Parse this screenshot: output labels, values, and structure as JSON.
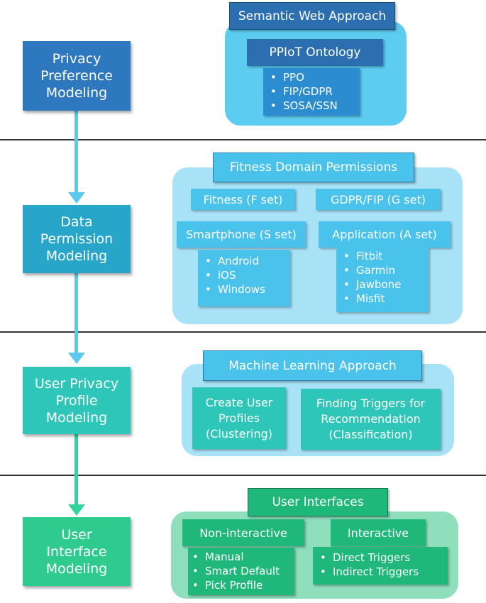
{
  "stages": [
    {
      "label": "Privacy\nPreference\nModeling"
    },
    {
      "label": "Data\nPermission\nModeling"
    },
    {
      "label": "User Privacy\nProfile\nModeling"
    },
    {
      "label": "User\nInterface\nModeling"
    }
  ],
  "semantic": {
    "header": "Semantic Web Approach",
    "ontology": "PPIoT Ontology",
    "items": [
      "PPO",
      "FIP/GDPR",
      "SOSA/SSN"
    ]
  },
  "fitness": {
    "header": "Fitness Domain Permissions",
    "f_set": "Fitness (F set)",
    "g_set": "GDPR/FIP (G set)",
    "s_set": "Smartphone (S set)",
    "a_set": "Application (A set)",
    "s_items": [
      "Android",
      "iOS",
      "Windows"
    ],
    "a_items": [
      "Fitbit",
      "Garmin",
      "Jawbone",
      "Misfit"
    ]
  },
  "ml": {
    "header": "Machine Learning Approach",
    "left": "Create User\nProfiles\n(Clustering)",
    "right": "Finding Triggers for\nRecommendation\n(Classification)"
  },
  "ui": {
    "header": "User Interfaces",
    "noninteractive": "Non-interactive",
    "interactive": "Interactive",
    "non_items": [
      "Manual",
      "Smart Default",
      "Pick Profile"
    ],
    "int_items": [
      "Direct Triggers",
      "Indirect Triggers"
    ]
  },
  "colors": {
    "stage1": "#2e78c0",
    "stage2": "#27a6c9",
    "stage3": "#2ec6b8",
    "stage4": "#2fca8e",
    "panel1": "#5ccdf0",
    "panel2": "#a8e2f6",
    "panel3": "#a8e2f6",
    "panel4": "#8fdfbd",
    "connector1": "#5bc8ee",
    "connector2": "#33d49c"
  }
}
